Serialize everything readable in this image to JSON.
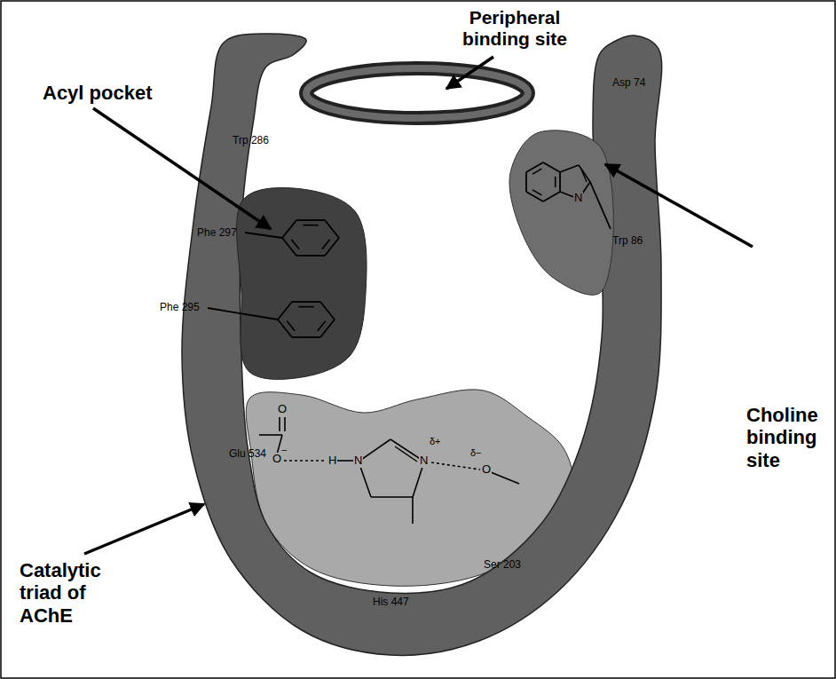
{
  "diagram": {
    "labels": [
      "Peripheral binding site",
      "Acyl pocket",
      "Trp 286",
      "Asp 74",
      "Phe 297",
      "Phe 295",
      "N",
      "Trp 86",
      "Choline binding site",
      "O",
      "Glu 534",
      "O",
      "−",
      "H",
      "N",
      "δ+",
      "N",
      "δ−",
      "O",
      "Ser 203",
      "Catalytic triad of AChE",
      "His 447"
    ]
  }
}
